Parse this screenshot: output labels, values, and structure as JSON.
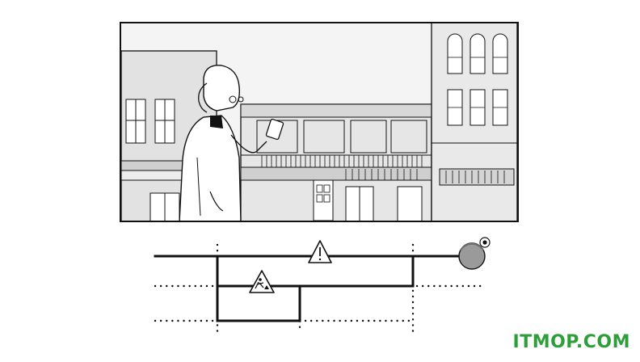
{
  "watermark": {
    "text": "ITMOP.COM",
    "color": "#2e9e3b"
  },
  "icons": {
    "scene": "street-scene-illustration",
    "person": "woman-with-phone",
    "warning": "warning-triangle-icon",
    "construction": "road-works-icon",
    "destination": "location-marker-icon"
  }
}
